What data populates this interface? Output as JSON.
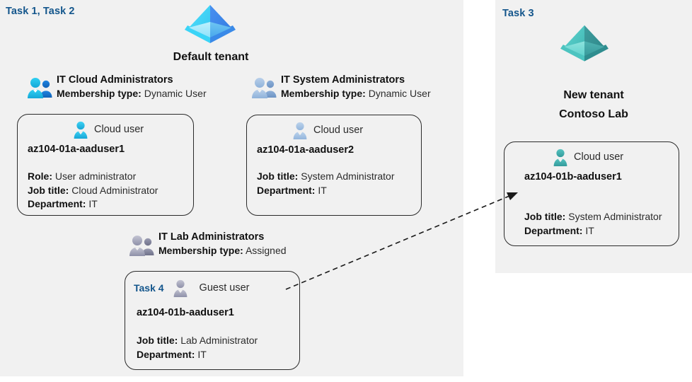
{
  "panels": {
    "left": {
      "task_label": "Task 1, Task 2"
    },
    "right": {
      "task_label": "Task 3"
    }
  },
  "tenants": [
    {
      "name": "Default tenant",
      "icon": "azure-ad-tenant-icon",
      "color": "#32bdef"
    },
    {
      "name_line1": "New  tenant",
      "name_line2": "Contoso Lab",
      "icon": "azure-ad-tenant-icon",
      "color": "#3fb8b8"
    }
  ],
  "groups": [
    {
      "name": "IT Cloud Administrators",
      "membership_label": "Membership type:",
      "membership_value": "Dynamic User",
      "icon": "group-users-icon",
      "icon_style": "cyan"
    },
    {
      "name": "IT System Administrators",
      "membership_label": "Membership type:",
      "membership_value": "Dynamic User",
      "icon": "group-users-icon",
      "icon_style": "steel"
    },
    {
      "name": "IT Lab Administrators",
      "membership_label": "Membership type:",
      "membership_value": "Assigned",
      "icon": "group-users-icon",
      "icon_style": "gray"
    }
  ],
  "cards": [
    {
      "user_type": "Cloud user",
      "icon": "cloud-user-icon",
      "username": "az104-01a-aaduser1",
      "attrs": [
        {
          "label": "Role:",
          "value": "User administrator"
        },
        {
          "label": "Job title:",
          "value": "Cloud Administrator"
        },
        {
          "label": "Department:",
          "value": "IT"
        }
      ]
    },
    {
      "user_type": "Cloud user",
      "icon": "cloud-user-icon",
      "username": "az104-01a-aaduser2",
      "attrs": [
        {
          "label": "Job title:",
          "value": "System Administrator"
        },
        {
          "label": "Department:",
          "value": "IT"
        }
      ]
    },
    {
      "task_tag": "Task 4",
      "user_type": "Guest user",
      "icon": "guest-user-icon",
      "username": "az104-01b-aaduser1",
      "attrs": [
        {
          "label": "Job title:",
          "value": "Lab Administrator"
        },
        {
          "label": "Department:",
          "value": "IT"
        }
      ]
    },
    {
      "user_type": "Cloud user",
      "icon": "cloud-user-icon",
      "username": "az104-01b-aaduser1",
      "attrs": [
        {
          "label": "Job title:",
          "value": "System Administrator"
        },
        {
          "label": "Department:",
          "value": "IT"
        }
      ]
    }
  ],
  "connector": {
    "name": "guest-user-invite-arrow",
    "style": "dashed-arrow"
  },
  "colors": {
    "task_blue": "#14568c",
    "panel_bg": "#f1f1f1",
    "card_border": "#2a2a2a",
    "text": "#111111"
  }
}
